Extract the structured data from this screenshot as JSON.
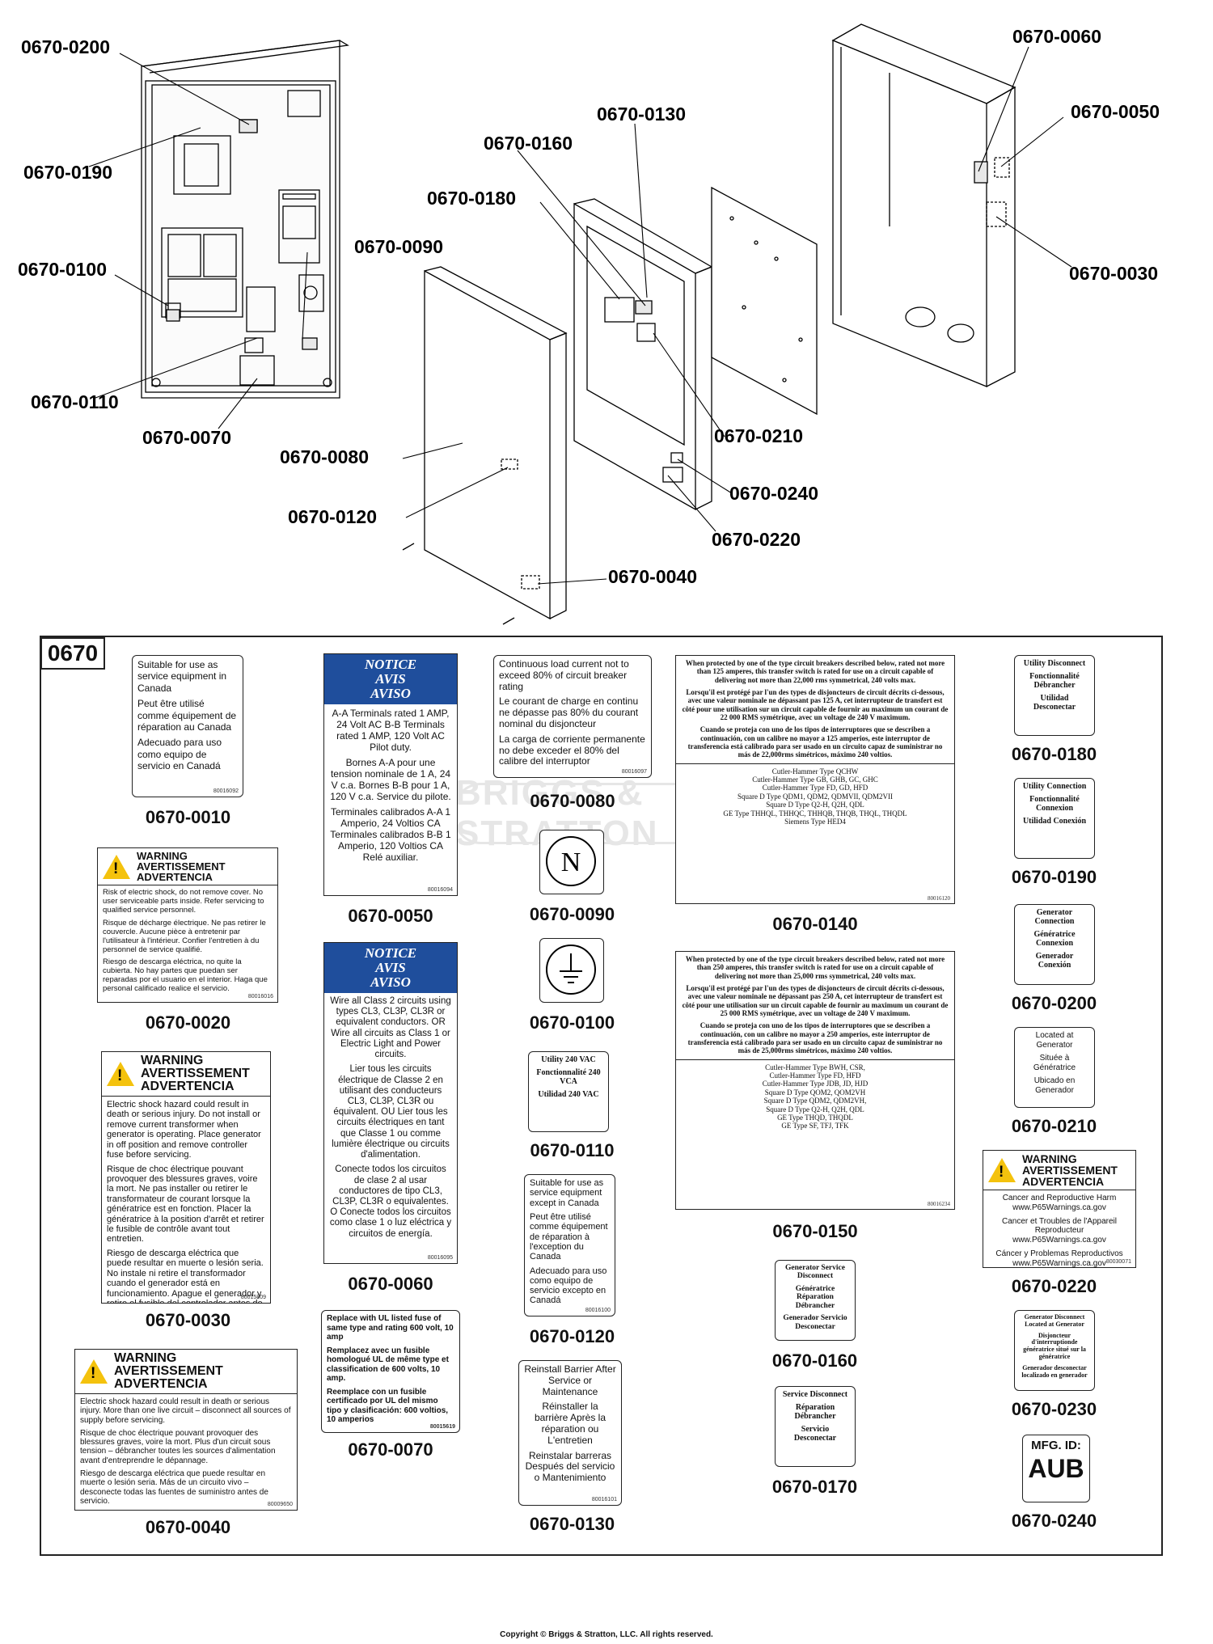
{
  "callouts": {
    "c0200": "0670-0200",
    "c0190": "0670-0190",
    "c0100": "0670-0100",
    "c0110": "0670-0110",
    "c0070": "0670-0070",
    "c0090": "0670-0090",
    "c0160": "0670-0160",
    "c0130": "0670-0130",
    "c0180": "0670-0180",
    "c0080": "0670-0080",
    "c0120": "0670-0120",
    "c0040": "0670-0040",
    "c0210": "0670-0210",
    "c0240": "0670-0240",
    "c0220": "0670-0220",
    "c0060": "0670-0060",
    "c0050": "0670-0050",
    "c0030": "0670-0030"
  },
  "panel": {
    "title": "0670",
    "watermark": "BRIGGS & STRATTON"
  },
  "labels": {
    "l0010": {
      "code": "0670-0010",
      "lines": [
        "Suitable for use as service equipment in Canada",
        "Peut être utilisé comme équipement de réparation au Canada",
        "Adecuado para uso como equipo de servicio en Canadá"
      ],
      "part": "80016092"
    },
    "l0020": {
      "code": "0670-0020",
      "head": [
        "WARNING",
        "AVERTISSEMENT",
        "ADVERTENCIA"
      ],
      "lines": [
        "Risk of electric shock, do not remove cover. No user serviceable parts inside. Refer servicing to qualified service personnel.",
        "Risque de décharge électrique. Ne pas retirer le couvercle. Aucune pièce à entretenir par l'utilisateur à l'intérieur. Confier l'entretien à du personnel de service qualifié.",
        "Riesgo de descarga eléctrica, no quite la cubierta. No hay partes que puedan ser reparadas por el usuario en el interior. Haga que personal calificado realice el servicio."
      ],
      "part": "80016016"
    },
    "l0030": {
      "code": "0670-0030",
      "head": [
        "WARNING",
        "AVERTISSEMENT",
        "ADVERTENCIA"
      ],
      "lines": [
        "Electric shock hazard could result in death or serious injury. Do not install or remove current transformer when generator is operating. Place generator in off position and remove controller fuse before servicing.",
        "Risque de choc électrique pouvant provoquer des blessures graves, voire la mort. Ne pas installer ou retirer le transformateur de courant lorsque la génératrice est en fonction. Placer la génératrice à la position d'arrêt et retirer le fusible de contrôle avant tout entretien.",
        "Riesgo de descarga eléctrica que puede resultar en muerte o lesión seria. No instale ni retire el transformador cuando el generador está en funcionamiento. Apague el generador y retire el fusible del controlador antes de reparar."
      ],
      "part": "80015809"
    },
    "l0040": {
      "code": "0670-0040",
      "head": [
        "WARNING",
        "AVERTISSEMENT",
        "ADVERTENCIA"
      ],
      "lines": [
        "Electric shock hazard could result in death or serious injury. More than one live circuit – disconnect all sources of supply before servicing.",
        "Risque de choc électrique pouvant provoquer des blessures graves, voire la mort. Plus d'un circuit sous tension – débrancher toutes les sources d'alimentation avant d'entreprendre le dépannage.",
        "Riesgo de descarga eléctrica que puede resultar en muerte o lesión seria. Más de un circuito vivo – desconecte todas las fuentes de suministro antes de servicio."
      ],
      "part": "80009650"
    },
    "l0050": {
      "code": "0670-0050",
      "head": [
        "NOTICE",
        "AVIS",
        "AVISO"
      ],
      "lines": [
        "A-A Terminals rated 1 AMP, 24 Volt AC B-B Terminals rated 1 AMP, 120 Volt AC Pilot duty.",
        "Bornes A-A pour une tension nominale de 1 A, 24 V c.a. Bornes B-B pour 1 A, 120 V c.a. Service du pilote.",
        "Terminales calibrados A-A 1 Amperio, 24 Voltios CA Terminales calibrados B-B 1 Amperio, 120 Voltios CA Relé auxiliar."
      ],
      "part": "80016094"
    },
    "l0060": {
      "code": "0670-0060",
      "head": [
        "NOTICE",
        "AVIS",
        "AVISO"
      ],
      "lines": [
        "Wire all Class 2 circuits using types CL3, CL3P, CL3R or equivalent conductors. OR Wire all circuits as Class 1 or Electric Light and Power circuits.",
        "Lier tous les circuits électrique de Classe 2 en utilisant des conducteurs CL3, CL3P, CL3R ou équivalent. OU Lier tous les circuits électriques en tant que Classe 1 ou comme lumière électrique ou circuits d'alimentation.",
        "Conecte todos los circuitos de clase 2 al usar conductores de tipo CL3, CL3P, CL3R o equivalentes. O Conecte todos los circuitos como clase 1 o luz eléctrica y circuitos de energía."
      ],
      "part": "80016095"
    },
    "l0070": {
      "code": "0670-0070",
      "lines": [
        "Replace with UL listed fuse of same type and rating 600 volt, 10 amp",
        "Remplacez avec un fusible homologué UL de même type et classification de 600 volts, 10 amp.",
        "Reemplace con un fusible certificado por UL del mismo tipo y clasificación: 600 voltios, 10 amperios"
      ],
      "part": "80015619"
    },
    "l0080": {
      "code": "0670-0080",
      "lines": [
        "Continuous load current not to exceed 80% of circuit breaker rating",
        "Le courant de charge en continu ne dépasse pas 80% du courant nominal du disjoncteur",
        "La carga de corriente permanente no debe exceder el 80% del calibre del interruptor"
      ],
      "part": "80016097"
    },
    "l0090": {
      "code": "0670-0090",
      "symbol": "N"
    },
    "l0100": {
      "code": "0670-0100",
      "symbol": "ground-icon"
    },
    "l0110": {
      "code": "0670-0110",
      "lines": [
        "Utility 240 VAC",
        "Fonctionnalité 240 VCA",
        "Utilidad 240 VAC"
      ]
    },
    "l0120": {
      "code": "0670-0120",
      "lines": [
        "Suitable for use as service equipment except in Canada",
        "Peut être utilisé comme équipement de réparation à l'exception du Canada",
        "Adecuado para uso como equipo de servicio excepto en Canadá"
      ],
      "part": "80016100"
    },
    "l0130": {
      "code": "0670-0130",
      "lines": [
        "Reinstall Barrier After Service or Maintenance",
        "Réinstaller la barrière Après la réparation ou L'entretien",
        "Reinstalar barreras Después del servicio o Mantenimiento"
      ],
      "part": "80016101"
    },
    "l0140": {
      "code": "0670-0140",
      "lines": [
        "When protected by one of the type circuit breakers described below, rated not more than 125 amperes, this transfer switch is rated for use on a circuit capable of delivering not more than 22,000 rms symmetrical, 240 volts max.",
        "Lorsqu'il est protégé par l'un des types de disjoncteurs de circuit décrits ci-dessous, avec une valeur nominale ne dépassant pas 125 A, cet interrupteur de transfert est côté pour une utilisation sur un circuit capable de fournir au maximum un courant de 22 000 RMS symétrique, avec un voltage de 240 V maximum.",
        "Cuando se proteja con uno de los tipos de interruptores que se describen a continuación, con un calibre no mayor a 125 amperios, este interruptor de transferencia está calibrado para ser usado en un circuito capaz de suministrar no más de 22,000rms simétricos, máximo 240 voltios."
      ],
      "types": [
        "Cutler-Hammer Type QCHW",
        "Cutler-Hammer Type GB, GHB, GC, GHC",
        "Cutler-Hammer Type FD, GD, HFD",
        "Square D Type QDM1, QDM2, QDMVII, QDM2VII",
        "Square D Type Q2-H, Q2H, QDL",
        "GE Type THHQL, THHQC, THHQB, THQB, THQL, THQDL",
        "Siemens Type HED4"
      ],
      "part": "80016120"
    },
    "l0150": {
      "code": "0670-0150",
      "lines": [
        "When protected by one of the type circuit breakers described below, rated not more than 250 amperes, this transfer switch is rated for use on a circuit capable of delivering not more than 25,000 rms symmetrical, 240 volts max.",
        "Lorsqu'il est protégé par l'un des types de disjoncteurs de circuit décrits ci-dessous, avec une valeur nominale ne dépassant pas 250 A, cet interrupteur de transfert est côté pour une utilisation sur un circuit capable de fournir au maximum un courant de 25 000 RMS symétrique, avec un voltage de 240 V maximum.",
        "Cuando se proteja con uno de los tipos de interruptores que se describen a continuación, con un calibre no mayor a 250 amperios, este interruptor de transferencia está calibrado para ser usado en un circuito capaz de suministrar no más de 25,000rms simétricos, máximo 240 voltios."
      ],
      "types": [
        "Cutler-Hammer Type BWH, CSR,",
        "Cutler-Hammer Type FD, HFD",
        "Cutler-Hammer Type JDB, JD, HJD",
        "Square D Type QOM2, QOM2VH",
        "Square D Type QDM2, QDM2VH,",
        "Square D Type Q2-H, Q2H, QDL",
        "GE Type THQD, THQDL",
        "GE Type SF, TFJ, TFK"
      ],
      "part": "80016234"
    },
    "l0160": {
      "code": "0670-0160",
      "lines": [
        "Generator Service Disconnect",
        "Génératrice Réparation Débrancher",
        "Generador Servicio Desconectar"
      ]
    },
    "l0170": {
      "code": "0670-0170",
      "lines": [
        "Service Disconnect",
        "Réparation Débrancher",
        "Servicio Desconectar"
      ]
    },
    "l0180": {
      "code": "0670-0180",
      "lines": [
        "Utility Disconnect",
        "Fonctionnalité Débrancher",
        "Utilidad Desconectar"
      ]
    },
    "l0190": {
      "code": "0670-0190",
      "lines": [
        "Utility Connection",
        "Fonctionnalité Connexion",
        "Utilidad Conexión"
      ]
    },
    "l0200": {
      "code": "0670-0200",
      "lines": [
        "Generator Connection",
        "Génératrice Connexion",
        "Generador Conexión"
      ]
    },
    "l0210": {
      "code": "0670-0210",
      "lines": [
        "Located at Generator",
        "Située à Génératrice",
        "Ubicado en Generador"
      ]
    },
    "l0220": {
      "code": "0670-0220",
      "head": [
        "WARNING",
        "AVERTISSEMENT",
        "ADVERTENCIA"
      ],
      "lines": [
        "Cancer and Reproductive Harm www.P65Warnings.ca.gov",
        "Cancer et Troubles de l'Appareil Reproducteur www.P65Warnings.ca.gov",
        "Cáncer y Problemas Reproductivos www.P65Warnings.ca.gov"
      ],
      "part": "80030071"
    },
    "l0230": {
      "code": "0670-0230",
      "lines": [
        "Generator Disconnect Located at Generator",
        "Disjoncteur d'interruptionde génératrice situé sur la génératrice",
        "Generador desconectar localizado en generador"
      ]
    },
    "l0240": {
      "code": "0670-0240",
      "lines": [
        "MFG. ID:",
        "AUB"
      ]
    }
  },
  "footer": {
    "copyright": "Copyright © Briggs & Stratton, LLC. All rights reserved."
  }
}
